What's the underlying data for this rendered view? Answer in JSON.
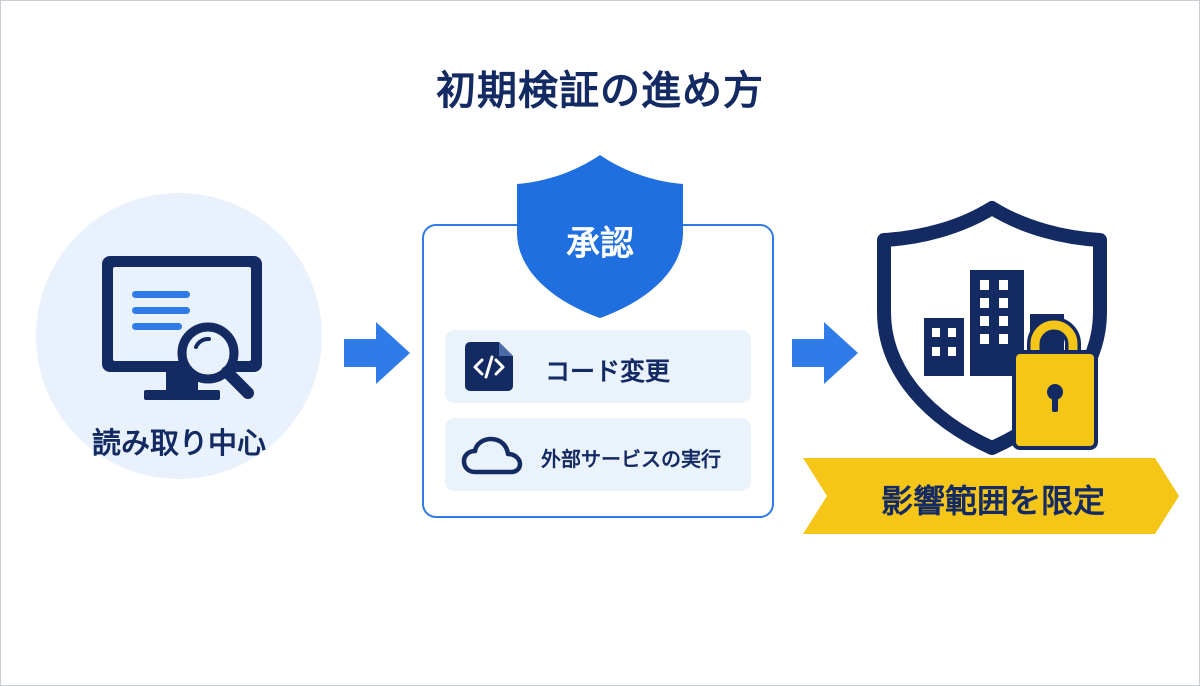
{
  "title": "初期検証の進め方",
  "steps": {
    "read": {
      "label": "読み取り中心",
      "icon": "monitor-magnifier-icon"
    },
    "approve": {
      "label": "承認",
      "icon": "shield-icon",
      "items": [
        {
          "label": "コード変更",
          "icon": "code-file-icon"
        },
        {
          "label": "外部サービスの実行",
          "icon": "cloud-icon"
        }
      ]
    },
    "limit": {
      "label": "影響範囲を限定",
      "icon": "shield-building-lock-icon"
    }
  },
  "colors": {
    "navy": "#132a63",
    "blue": "#2f7be8",
    "light_blue": "#e8f1fc",
    "yellow": "#f5c518"
  }
}
